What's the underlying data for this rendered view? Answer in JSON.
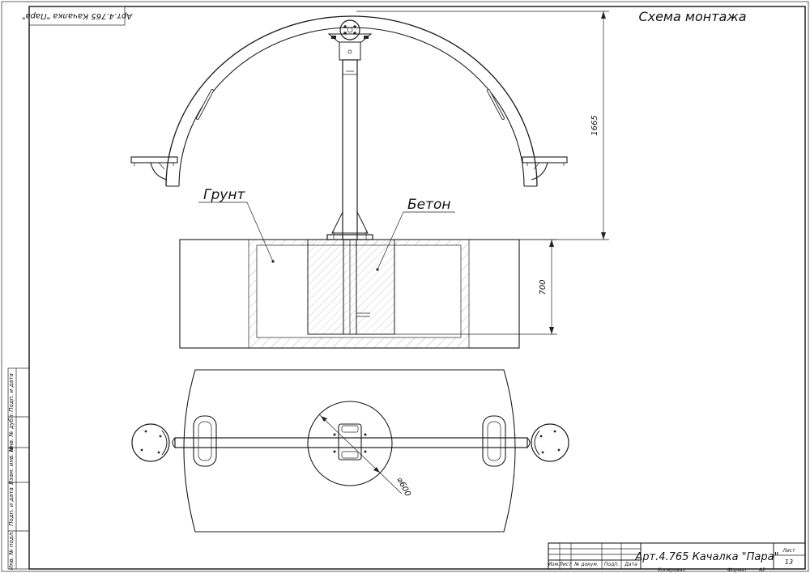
{
  "sheet": {
    "title": "Схема монтажа",
    "stamp_rotated": "Арт.4.765 Качалка \"Пара\""
  },
  "labels": {
    "soil": "Грунт",
    "concrete": "Бетон",
    "diameter": "⌀600"
  },
  "dimensions": {
    "total_height": "1665",
    "foundation_depth": "700"
  },
  "side_stamp": {
    "cells": [
      "Подп. и дата",
      "Инв. № дубл.",
      "Взам. инв. №",
      "Подп. и дата",
      "Инв. № подл."
    ]
  },
  "title_block": {
    "designation": "Арт.4.765 Качалка \"Пара\"",
    "header_cells": [
      "Изм.",
      "Лист",
      "№ докум.",
      "Подп.",
      "Дата"
    ],
    "copied": "Копировал",
    "format_label": "Формат",
    "format_value": "А2",
    "sheet_label": "Лист",
    "sheet_number": "13"
  }
}
